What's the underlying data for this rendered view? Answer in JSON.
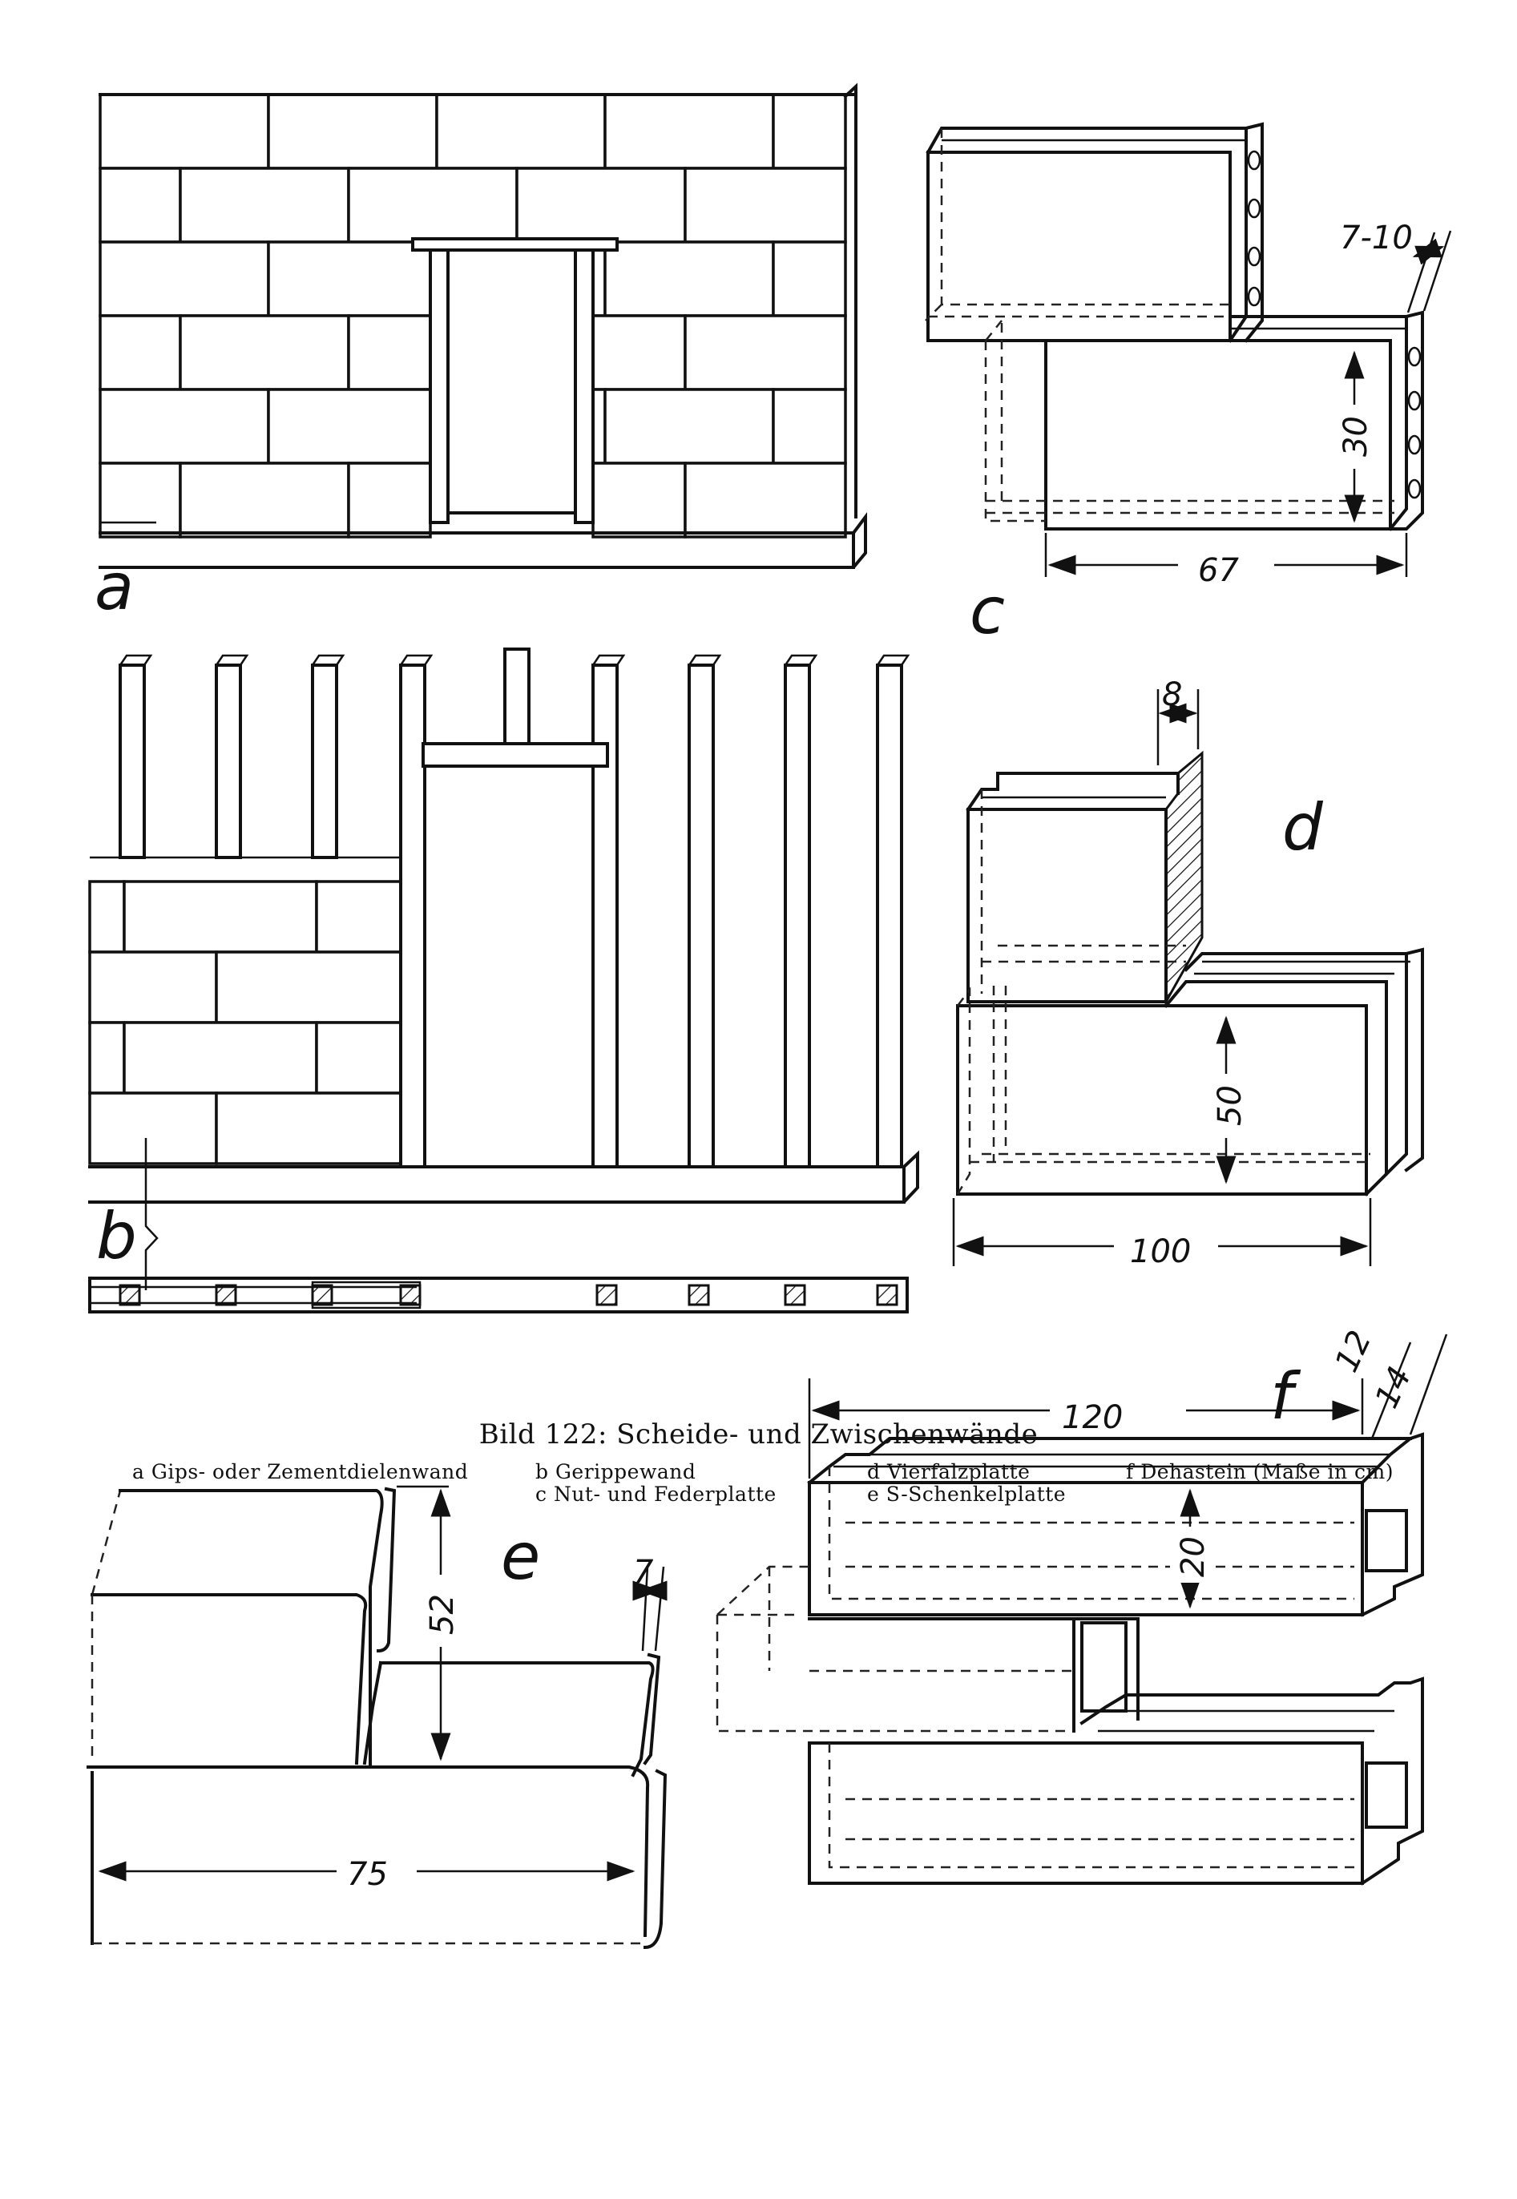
{
  "labels": {
    "a": "a",
    "b": "b",
    "c": "c",
    "d": "d",
    "e": "e",
    "f": "f"
  },
  "dimensions": {
    "c_thickness": "7-10",
    "c_height": "30",
    "c_length": "67",
    "d_thickness": "8",
    "d_height": "50",
    "d_length": "100",
    "e_height": "52",
    "e_thickness": "7",
    "e_length": "75",
    "f_length": "120",
    "f_thickness_a": "12",
    "f_thickness_b": "14",
    "f_height": "20"
  },
  "caption": {
    "title": "Bild 122:  Scheide- und Zwischenwände",
    "item_a": "a Gips- oder Zementdielenwand",
    "item_b": "b Gerippewand",
    "item_c": "c Nut-  und  Federplatte",
    "item_d": "d Vierfalzplatte",
    "item_e": "e S-Schenkelplatte",
    "item_f": "f Dehastein (Maße in cm)"
  }
}
